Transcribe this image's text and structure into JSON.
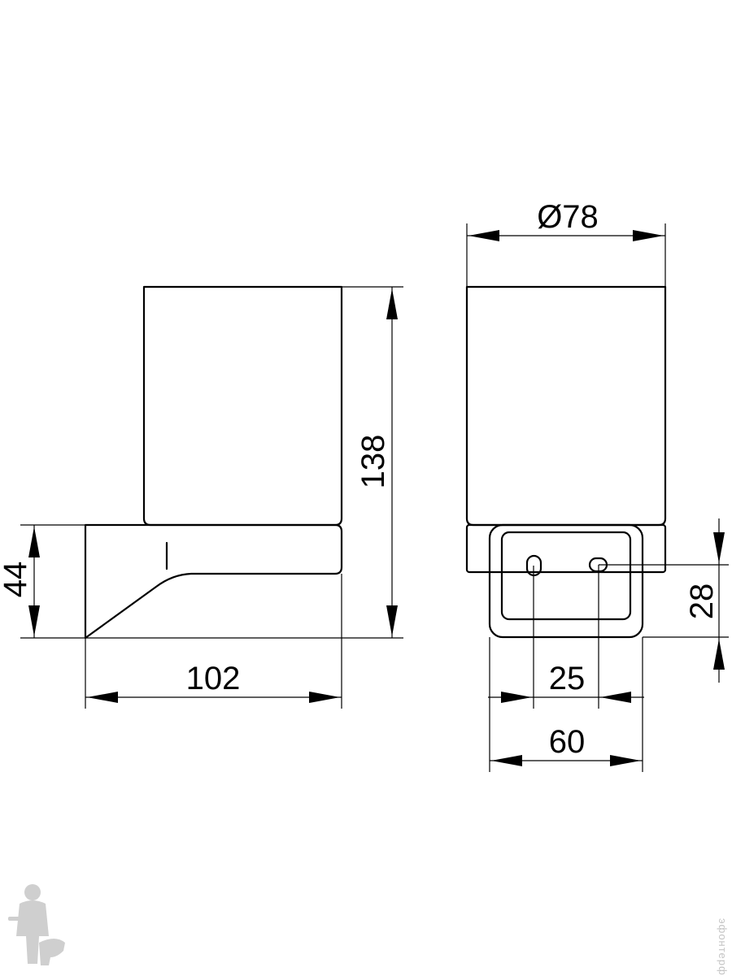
{
  "dimensions": {
    "height_total": "138",
    "height_base": "44",
    "depth": "102",
    "diameter": "Ø78",
    "hole_spacing": "25",
    "plate_height": "28",
    "plate_width": "60"
  },
  "watermark": {
    "text": "эфонтерф",
    "icon": "plumber-icon"
  }
}
